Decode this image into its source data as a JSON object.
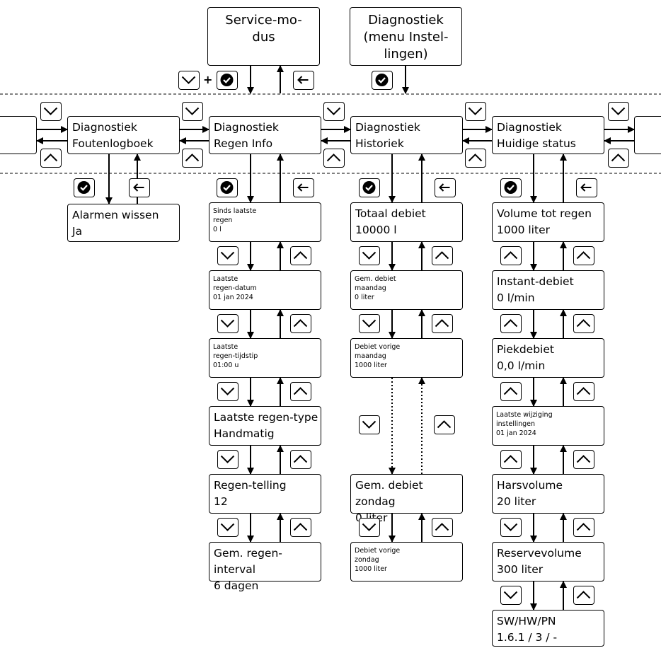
{
  "plus_sign": "+",
  "top": {
    "service_mode": "Service-mo-\ndus",
    "diag_menu": "Diagnostiek\n(menu Instel-\nlingen)"
  },
  "menus": {
    "foutenlogboek": "Diagnostiek\nFoutenlogboek",
    "regen_info": "Diagnostiek\nRegen Info",
    "historiek": "Diagnostiek\nHistoriek",
    "huidige_status": "Diagnostiek\nHuidige status"
  },
  "foutenlogboek": {
    "alarmen_wissen": "Alarmen wissen\nJa"
  },
  "regen_info": {
    "sinds_laatste": "Sinds laatste\nregen\n0 l",
    "laatste_datum": "Laatste\nregen-datum\n01 jan 2024",
    "laatste_tijdstip": "Laatste\nregen-tijdstip\n01:00 u",
    "laatste_type": "Laatste regen-type\nHandmatig",
    "telling": "Regen-telling\n12",
    "interval": "Gem. regen-interval\n6 dagen"
  },
  "historiek": {
    "totaal": "Totaal debiet\n10000 l",
    "gem_maandag": "Gem. debiet\nmaandag\n0 liter",
    "vorige_maandag": "Debiet vorige\nmaandag\n1000 liter",
    "gem_zondag": "Gem. debiet zondag\n0 liter",
    "vorige_zondag": "Debiet vorige\nzondag\n1000 liter"
  },
  "huidige_status": {
    "volume_tot_regen": "Volume tot regen\n1000 liter",
    "instant_debiet": "Instant-debiet\n0 l/min",
    "piekdebiet": "Piekdebiet\n0,0 l/min",
    "laatste_wijziging": "Laatste wijziging\ninstellingen\n01 jan 2024",
    "harsvolume": "Harsvolume\n20 liter",
    "reservevolume": "Reservevolume\n300 liter",
    "sw_hw_pn": "SW/HW/PN\n1.6.1 / 3 / -"
  }
}
